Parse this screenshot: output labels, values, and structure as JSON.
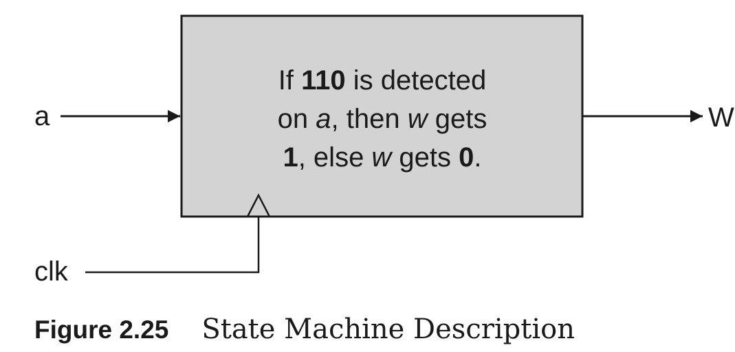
{
  "diagram": {
    "inputs": {
      "a": "a",
      "clk": "clk"
    },
    "output": "W",
    "block": {
      "line1": {
        "p1": "If ",
        "p2": "110",
        "p3": " is detected"
      },
      "line2": {
        "p1": "on ",
        "p2": "a",
        "p3": ", then ",
        "p4": "w",
        "p5": " gets"
      },
      "line3": {
        "p1": "1",
        "p2": ", else ",
        "p3": "w",
        "p4": " gets ",
        "p5": "0",
        "p6": "."
      }
    },
    "fill_color": "#d3d3d3",
    "stroke_color": "#1a1a1a"
  },
  "caption": {
    "label": "Figure 2.25",
    "title": "State Machine Description"
  }
}
